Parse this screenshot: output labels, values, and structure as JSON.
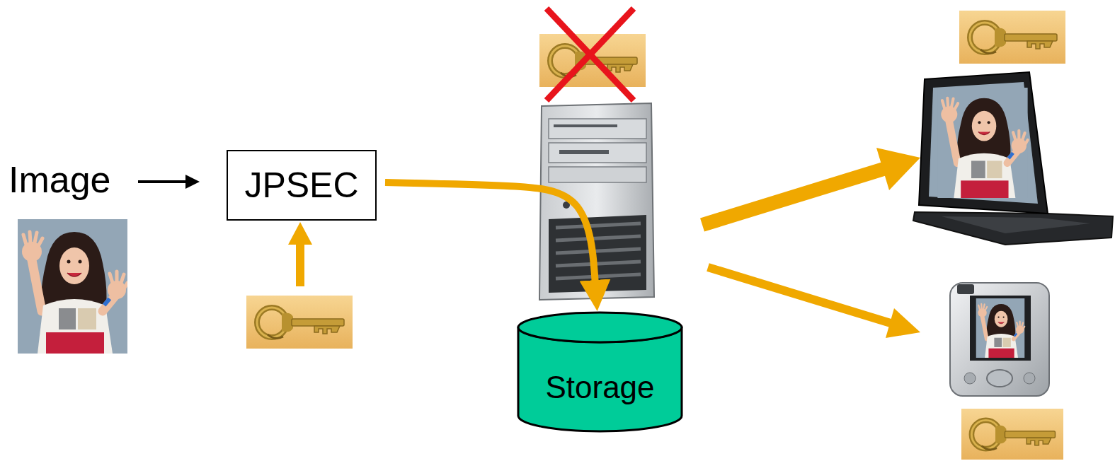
{
  "diagram": {
    "nodes": [
      {
        "text": [
          "JPSEC"
        ]
      },
      {
        "text": [
          "Storage"
        ]
      }
    ],
    "edges": [
      {
        "from": 0,
        "to": 1,
        "arrow": "to"
      }
    ],
    "labels": [
      "Image"
    ]
  }
}
